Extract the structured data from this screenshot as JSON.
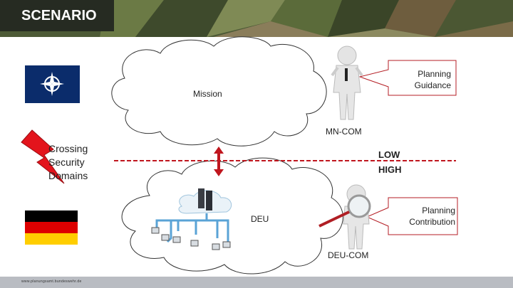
{
  "header": {
    "title": "SCENARIO"
  },
  "diagram": {
    "mission": "Mission",
    "planning_guidance": [
      "Planning",
      "Guidance"
    ],
    "mn_com": "MN-COM",
    "crossing": [
      "Crossing",
      "Security",
      "Domains"
    ],
    "low": "LOW",
    "high": "HIGH",
    "deu": "DEU",
    "planning_contribution": [
      "Planning",
      "Contribution"
    ],
    "deu_com": "DEU-COM"
  },
  "footer": {
    "url": "www.planungsamt.bundeswehr.de"
  },
  "colors": {
    "header_bg": "#5a6a3c",
    "arrow": "#c0161e",
    "divider": "#c0161e",
    "bolt": "#e3141c"
  }
}
